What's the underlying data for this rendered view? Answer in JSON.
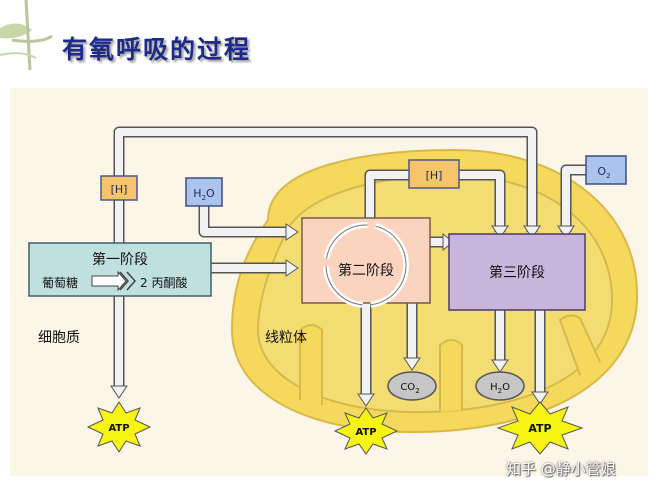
{
  "title": "有氧呼吸的过程",
  "labels": {
    "stage1": "第一阶段",
    "glucose": "葡萄糖",
    "pyruvate": "2 丙酮酸",
    "stage2": "第二阶段",
    "stage3": "第三阶段",
    "cytoplasm": "细胞质",
    "mitochondrion": "线粒体",
    "hydrogen": "[H]",
    "h2o_main": "H",
    "h2o_sub": "2",
    "h2o_tail": "O",
    "o2_main": "O",
    "o2_sub": "2",
    "co2_main": "CO",
    "co2_sub": "2",
    "atp": "ATP"
  },
  "watermark": "知乎 @静小管娘",
  "colors": {
    "title": "#1e2a8a",
    "mito_fill": "#f4d95c",
    "stage1_fill": "#bfe0de",
    "stage2_fill": "#fbd4c0",
    "stage3_fill": "#c9b6dd",
    "atp_fill": "#f7f313",
    "arrow": "#f2f2f2",
    "circle_gray": "#c6c6c6"
  }
}
